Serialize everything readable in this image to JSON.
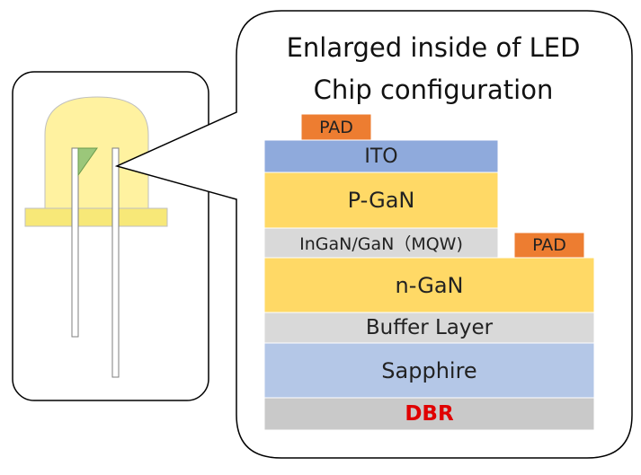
{
  "callout": {
    "title_line1": "Enlarged inside of LED",
    "title_line2": "Chip configuration"
  },
  "layers": {
    "pad_top": "PAD",
    "ito": "ITO",
    "p_gan": "P-GaN",
    "mqw": "InGaN/GaN（MQW)",
    "pad_side": "PAD",
    "n_gan": "n-GaN",
    "buffer": "Buffer Layer",
    "sapphire": "Sapphire",
    "dbr": "DBR"
  },
  "colors": {
    "pad": "#ed7d31",
    "ito": "#8faadc",
    "gan": "#ffd966",
    "mqw": "#d9d9d9",
    "buffer": "#d9d9d9",
    "sapphire": "#b4c7e7",
    "dbr": "#c9c9c9",
    "dbr_text": "#e00000",
    "led_dome": "#fff2a0",
    "led_rim": "#f7e878",
    "led_chip": "#9bc77a"
  }
}
